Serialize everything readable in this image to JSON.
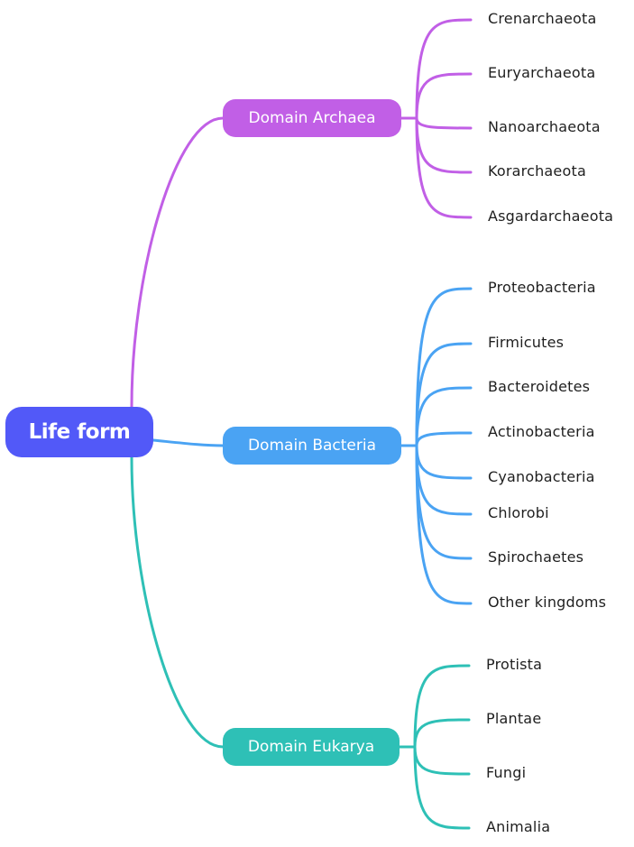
{
  "root": {
    "label": "Life form",
    "color": "#5259f8"
  },
  "branches": [
    {
      "label": "Domain Archaea",
      "color": "#c15fe6",
      "children": [
        "Crenarchaeota",
        "Euryarchaeota",
        "Nanoarchaeota",
        "Korarchaeota",
        "Asgardarchaeota"
      ]
    },
    {
      "label": "Domain Bacteria",
      "color": "#4aa3f3",
      "children": [
        "Proteobacteria",
        "Firmicutes",
        "Bacteroidetes",
        "Actinobacteria",
        "Cyanobacteria",
        "Chlorobi",
        "Spirochaetes",
        "Other kingdoms"
      ]
    },
    {
      "label": "Domain Eukarya",
      "color": "#2ec0b6",
      "children": [
        "Protista",
        "Plantae",
        "Fungi",
        "Animalia"
      ]
    }
  ]
}
